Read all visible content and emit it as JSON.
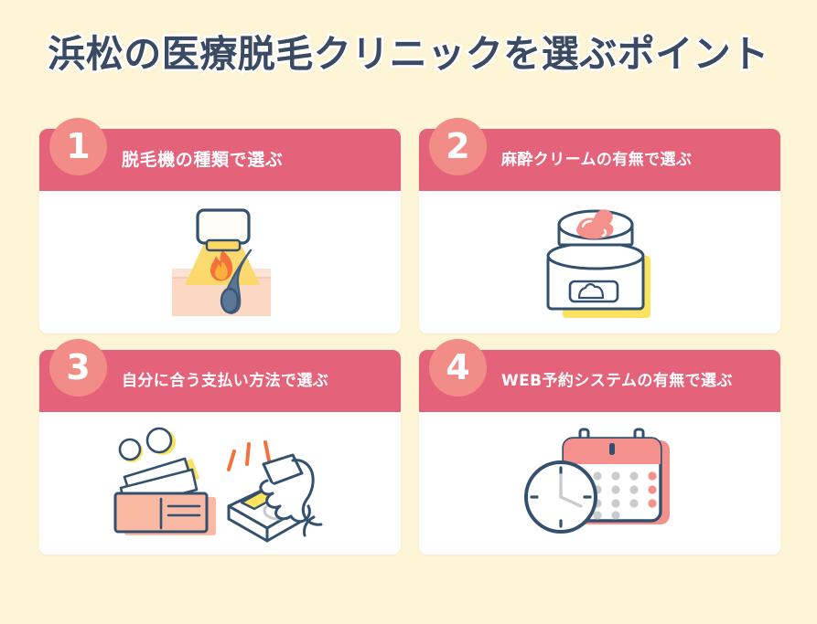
{
  "page": {
    "background_color": "#FDF5D5",
    "title": "浜松の医療脱毛クリニックを選ぶポイント",
    "title_color": "#3B4A63",
    "title_outline_color": "#FFFFFF"
  },
  "theme": {
    "header_pink": "#E4637B",
    "badge_pink": "#F28C86",
    "card_white": "#FFFFFF",
    "ink_navy": "#32486B",
    "accent_yellow": "#F7E14F",
    "accent_peach": "#F9B9A3",
    "accent_salmon": "#F4918C",
    "accent_orange": "#F4703C",
    "accent_gray": "#C9CBCD"
  },
  "cards": [
    {
      "number": "1",
      "title": "脱毛機の種類で選ぶ",
      "illustration": "laser-hair-removal-device-icon"
    },
    {
      "number": "2",
      "title": "麻酔クリームの有無で選ぶ",
      "illustration": "anesthetic-cream-jar-icon"
    },
    {
      "number": "3",
      "title": "自分に合う支払い方法で選ぶ",
      "illustration": "wallet-and-card-payment-icon"
    },
    {
      "number": "4",
      "title": "WEB予約システムの有無で選ぶ",
      "illustration": "calendar-and-clock-icon"
    }
  ]
}
